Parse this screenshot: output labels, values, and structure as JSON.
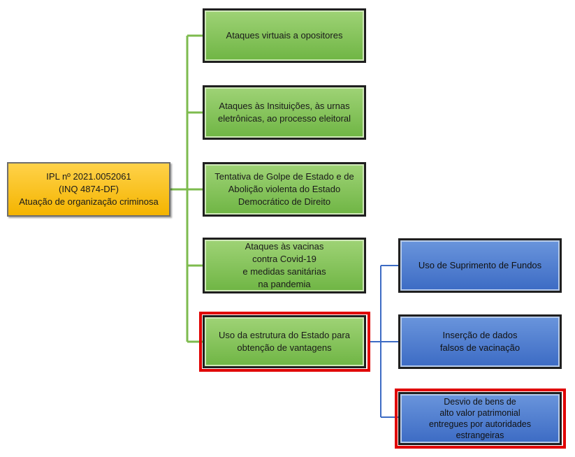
{
  "root": {
    "label": "IPL nº 2021.0052061\n(INQ 4874-DF)\nAtuação de organização criminosa"
  },
  "branches": [
    {
      "label": "Ataques virtuais a opositores"
    },
    {
      "label": "Ataques às Insituições, às urnas\neletrônicas, ao processo eleitoral"
    },
    {
      "label": "Tentativa de Golpe de Estado e de\nAbolição violenta do Estado\nDemocrático de Direito"
    },
    {
      "label": "Ataques às vacinas\ncontra Covid-19\ne medidas sanitárias\nna pandemia"
    },
    {
      "label": "Uso da estrutura do Estado para\nobtenção de vantagens",
      "highlighted": true
    }
  ],
  "sub_branches": [
    {
      "label": "Uso de Suprimento de Fundos"
    },
    {
      "label": "Inserção de dados\nfalsos de vacinação"
    },
    {
      "label": "Desvio de bens de\nalto valor patrimonial\nentregues por autoridades\nestrangeiras",
      "highlighted": true
    }
  ],
  "colors": {
    "root_fill": "#f4b400",
    "branch_fill": "#6fb544",
    "sub_branch_fill": "#3c6bc4",
    "connector_green": "#7dbb4e",
    "connector_blue": "#3c6bc4",
    "highlight": "#e00000"
  }
}
